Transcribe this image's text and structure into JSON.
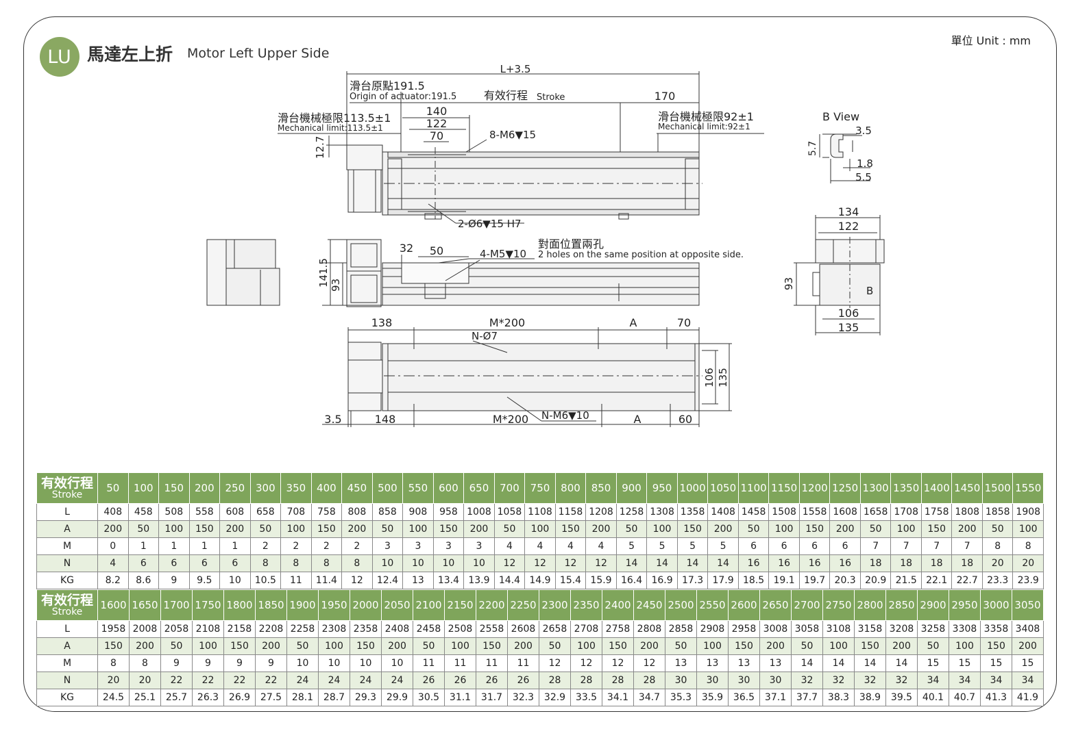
{
  "badge": "LU",
  "title_zh": "馬達左上折",
  "title_en": "Motor Left Upper Side",
  "unit": "單位 Unit : mm",
  "dims": {
    "l_total": "L+3.5",
    "origin_zh": "滑台原點191.5",
    "origin_en": "Origin of actuator:191.5",
    "stroke_zh": "有效行程",
    "stroke_en": "Stroke",
    "d170": "170",
    "mech_left_zh": "滑台機械極限113.5±1",
    "mech_left_en": "Mechanical limit:113.5±1",
    "mech_right_zh": "滑台機械極限92±1",
    "mech_right_en": "Mechanical limit:92±1",
    "d140": "140",
    "d122a": "122",
    "d70a": "70",
    "m6": "8-M6▼15",
    "d127": "12.7",
    "pin": "2-Ø6▼15 H7",
    "opp_zh": "對面位置兩孔",
    "opp_en": "2 holes on the same position at opposite side.",
    "m5": "4-M5▼10",
    "d32": "32",
    "d50": "50",
    "d1415": "141.5",
    "d93a": "93",
    "d138": "138",
    "m200a": "M*200",
    "a1": "A",
    "d70b": "70",
    "n7": "N-Ø7",
    "d106a": "106",
    "d135a": "135",
    "d35": "3.5",
    "d148": "148",
    "m200b": "M*200",
    "nm6": "N-M6▼10",
    "a2": "A",
    "d60": "60",
    "bview": "B View",
    "b35": "3.5",
    "b57": "5.7",
    "b18": "1.8",
    "b55": "5.5",
    "e134": "134",
    "e122": "122",
    "e93": "93",
    "eb": "B",
    "e106": "106",
    "e135": "135"
  },
  "table1": {
    "header_zh": "有效行程",
    "header_en": "Stroke",
    "strokes": [
      "50",
      "100",
      "150",
      "200",
      "250",
      "300",
      "350",
      "400",
      "450",
      "500",
      "550",
      "600",
      "650",
      "700",
      "750",
      "800",
      "850",
      "900",
      "950",
      "1000",
      "1050",
      "1100",
      "1150",
      "1200",
      "1250",
      "1300",
      "1350",
      "1400",
      "1450",
      "1500",
      "1550"
    ],
    "rows": [
      {
        "label": "L",
        "values": [
          "408",
          "458",
          "508",
          "558",
          "608",
          "658",
          "708",
          "758",
          "808",
          "858",
          "908",
          "958",
          "1008",
          "1058",
          "1108",
          "1158",
          "1208",
          "1258",
          "1308",
          "1358",
          "1408",
          "1458",
          "1508",
          "1558",
          "1608",
          "1658",
          "1708",
          "1758",
          "1808",
          "1858",
          "1908"
        ]
      },
      {
        "label": "A",
        "values": [
          "200",
          "50",
          "100",
          "150",
          "200",
          "50",
          "100",
          "150",
          "200",
          "50",
          "100",
          "150",
          "200",
          "50",
          "100",
          "150",
          "200",
          "50",
          "100",
          "150",
          "200",
          "50",
          "100",
          "150",
          "200",
          "50",
          "100",
          "150",
          "200",
          "50",
          "100"
        ]
      },
      {
        "label": "M",
        "values": [
          "0",
          "1",
          "1",
          "1",
          "1",
          "2",
          "2",
          "2",
          "2",
          "3",
          "3",
          "3",
          "3",
          "4",
          "4",
          "4",
          "4",
          "5",
          "5",
          "5",
          "5",
          "6",
          "6",
          "6",
          "6",
          "7",
          "7",
          "7",
          "7",
          "8",
          "8"
        ]
      },
      {
        "label": "N",
        "values": [
          "4",
          "6",
          "6",
          "6",
          "6",
          "8",
          "8",
          "8",
          "8",
          "10",
          "10",
          "10",
          "10",
          "12",
          "12",
          "12",
          "12",
          "14",
          "14",
          "14",
          "14",
          "16",
          "16",
          "16",
          "16",
          "18",
          "18",
          "18",
          "18",
          "20",
          "20"
        ]
      },
      {
        "label": "KG",
        "values": [
          "8.2",
          "8.6",
          "9",
          "9.5",
          "10",
          "10.5",
          "11",
          "11.4",
          "12",
          "12.4",
          "13",
          "13.4",
          "13.9",
          "14.4",
          "14.9",
          "15.4",
          "15.9",
          "16.4",
          "16.9",
          "17.3",
          "17.9",
          "18.5",
          "19.1",
          "19.7",
          "20.3",
          "20.9",
          "21.5",
          "22.1",
          "22.7",
          "23.3",
          "23.9"
        ]
      }
    ]
  },
  "table2": {
    "header_zh": "有效行程",
    "header_en": "Stroke",
    "strokes": [
      "1600",
      "1650",
      "1700",
      "1750",
      "1800",
      "1850",
      "1900",
      "1950",
      "2000",
      "2050",
      "2100",
      "2150",
      "2200",
      "2250",
      "2300",
      "2350",
      "2400",
      "2450",
      "2500",
      "2550",
      "2600",
      "2650",
      "2700",
      "2750",
      "2800",
      "2850",
      "2900",
      "2950",
      "3000",
      "3050"
    ],
    "rows": [
      {
        "label": "L",
        "values": [
          "1958",
          "2008",
          "2058",
          "2108",
          "2158",
          "2208",
          "2258",
          "2308",
          "2358",
          "2408",
          "2458",
          "2508",
          "2558",
          "2608",
          "2658",
          "2708",
          "2758",
          "2808",
          "2858",
          "2908",
          "2958",
          "3008",
          "3058",
          "3108",
          "3158",
          "3208",
          "3258",
          "3308",
          "3358",
          "3408"
        ]
      },
      {
        "label": "A",
        "values": [
          "150",
          "200",
          "50",
          "100",
          "150",
          "200",
          "50",
          "100",
          "150",
          "200",
          "50",
          "100",
          "150",
          "200",
          "50",
          "100",
          "150",
          "200",
          "50",
          "100",
          "150",
          "200",
          "50",
          "100",
          "150",
          "200",
          "50",
          "100",
          "150",
          "200"
        ]
      },
      {
        "label": "M",
        "values": [
          "8",
          "8",
          "9",
          "9",
          "9",
          "9",
          "10",
          "10",
          "10",
          "10",
          "11",
          "11",
          "11",
          "11",
          "12",
          "12",
          "12",
          "12",
          "13",
          "13",
          "13",
          "13",
          "14",
          "14",
          "14",
          "14",
          "15",
          "15",
          "15",
          "15"
        ]
      },
      {
        "label": "N",
        "values": [
          "20",
          "20",
          "22",
          "22",
          "22",
          "22",
          "24",
          "24",
          "24",
          "24",
          "26",
          "26",
          "26",
          "26",
          "28",
          "28",
          "28",
          "28",
          "30",
          "30",
          "30",
          "30",
          "32",
          "32",
          "32",
          "32",
          "34",
          "34",
          "34",
          "34"
        ]
      },
      {
        "label": "KG",
        "values": [
          "24.5",
          "25.1",
          "25.7",
          "26.3",
          "26.9",
          "27.5",
          "28.1",
          "28.7",
          "29.3",
          "29.9",
          "30.5",
          "31.1",
          "31.7",
          "32.3",
          "32.9",
          "33.5",
          "34.1",
          "34.7",
          "35.3",
          "35.9",
          "36.5",
          "37.1",
          "37.7",
          "38.3",
          "38.9",
          "39.5",
          "40.1",
          "40.7",
          "41.3",
          "41.9"
        ]
      }
    ]
  }
}
